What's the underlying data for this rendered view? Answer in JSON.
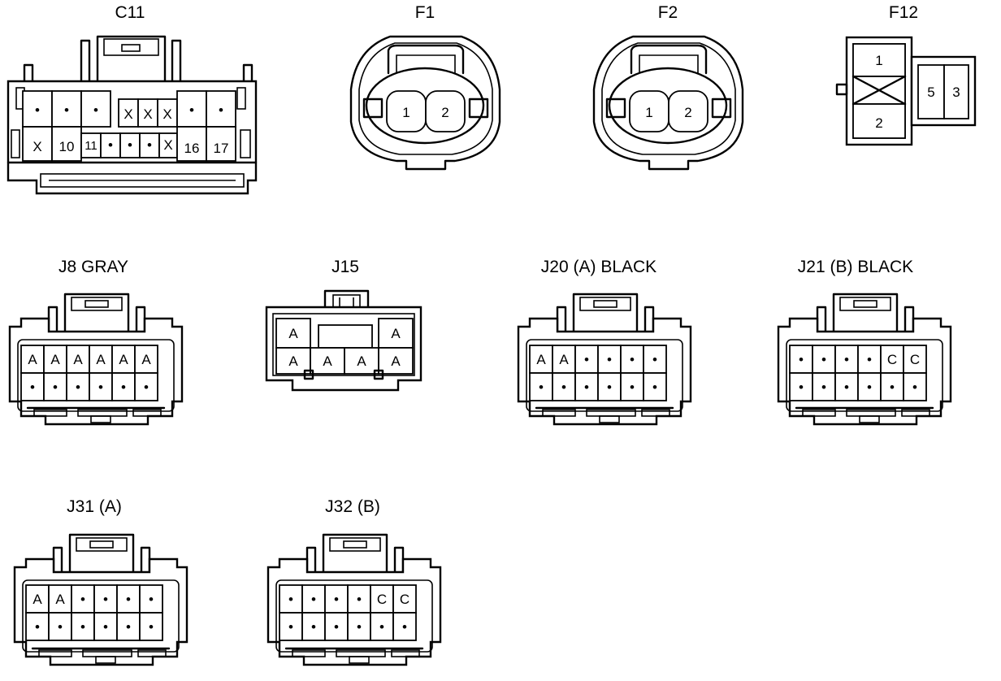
{
  "connectors": {
    "c11": {
      "title": "C11",
      "top_row": [
        "•",
        "•",
        "•",
        "X",
        "X",
        "X",
        "•",
        "•"
      ],
      "bottom_row": [
        "X",
        "10",
        "11",
        "•",
        "•",
        "•",
        "X",
        "16",
        "17"
      ]
    },
    "f1": {
      "title": "F1",
      "pins": [
        "1",
        "2"
      ]
    },
    "f2": {
      "title": "F2",
      "pins": [
        "1",
        "2"
      ]
    },
    "f12": {
      "title": "F12",
      "pins": [
        "1",
        "2",
        "5",
        "3"
      ]
    },
    "j8": {
      "title": "J8  GRAY",
      "top_row": [
        "A",
        "A",
        "A",
        "A",
        "A",
        "A"
      ],
      "bottom_row": [
        "•",
        "•",
        "•",
        "•",
        "•",
        "•"
      ]
    },
    "j15": {
      "title": "J15",
      "top_row": [
        "A",
        "A"
      ],
      "bottom_row": [
        "A",
        "A",
        "A",
        "A"
      ]
    },
    "j20": {
      "title": "J20 (A)  BLACK",
      "top_row": [
        "A",
        "A",
        "•",
        "•",
        "•",
        "•"
      ],
      "bottom_row": [
        "•",
        "•",
        "•",
        "•",
        "•",
        "•"
      ]
    },
    "j21": {
      "title": "J21 (B)  BLACK",
      "top_row": [
        "•",
        "•",
        "•",
        "•",
        "C",
        "C"
      ],
      "bottom_row": [
        "•",
        "•",
        "•",
        "•",
        "•",
        "•"
      ]
    },
    "j31": {
      "title": "J31 (A)",
      "top_row": [
        "A",
        "A",
        "•",
        "•",
        "•",
        "•"
      ],
      "bottom_row": [
        "•",
        "•",
        "•",
        "•",
        "•",
        "•"
      ]
    },
    "j32": {
      "title": "J32 (B)",
      "top_row": [
        "•",
        "•",
        "•",
        "•",
        "C",
        "C"
      ],
      "bottom_row": [
        "•",
        "•",
        "•",
        "•",
        "•",
        "•"
      ]
    }
  }
}
